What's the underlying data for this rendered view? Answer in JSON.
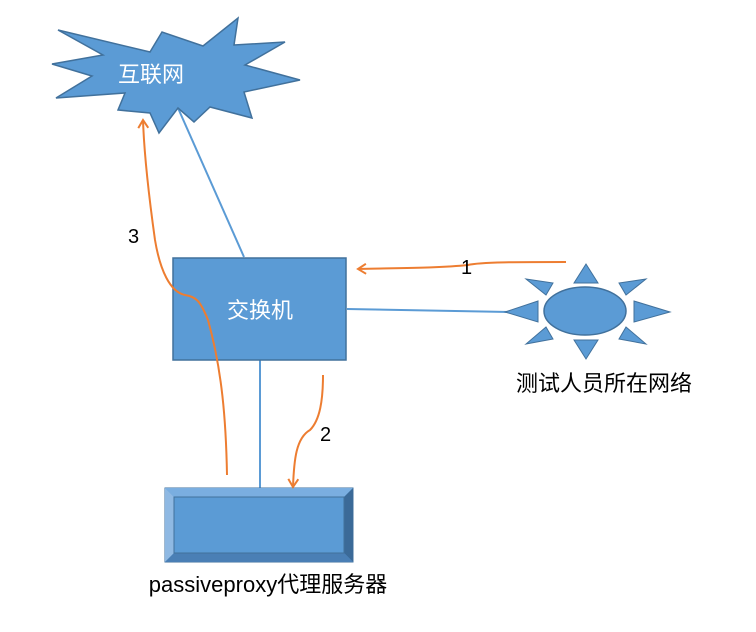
{
  "colors": {
    "shape_fill": "#5b9bd5",
    "shape_stroke": "#41719c",
    "link_line": "#5b9bd5",
    "flow_arrow": "#ed7d31",
    "bevel_light": "#8fb9e3",
    "bevel_dark": "#3b6a98"
  },
  "nodes": {
    "internet": {
      "label": "互联网",
      "shape": "explosion"
    },
    "switch": {
      "label": "交换机",
      "shape": "rectangle"
    },
    "tester_network": {
      "label": "测试人员所在网络",
      "shape": "sun"
    },
    "proxy_server": {
      "label": "passiveproxy代理服务器",
      "shape": "bevel"
    }
  },
  "connections": [
    {
      "from": "switch",
      "to": "internet"
    },
    {
      "from": "switch",
      "to": "tester_network"
    },
    {
      "from": "switch",
      "to": "proxy_server"
    }
  ],
  "flows": [
    {
      "step": "1",
      "from": "tester_network",
      "to": "switch"
    },
    {
      "step": "2",
      "from": "switch",
      "to": "proxy_server"
    },
    {
      "step": "3",
      "from": "proxy_server",
      "to": "internet"
    }
  ]
}
